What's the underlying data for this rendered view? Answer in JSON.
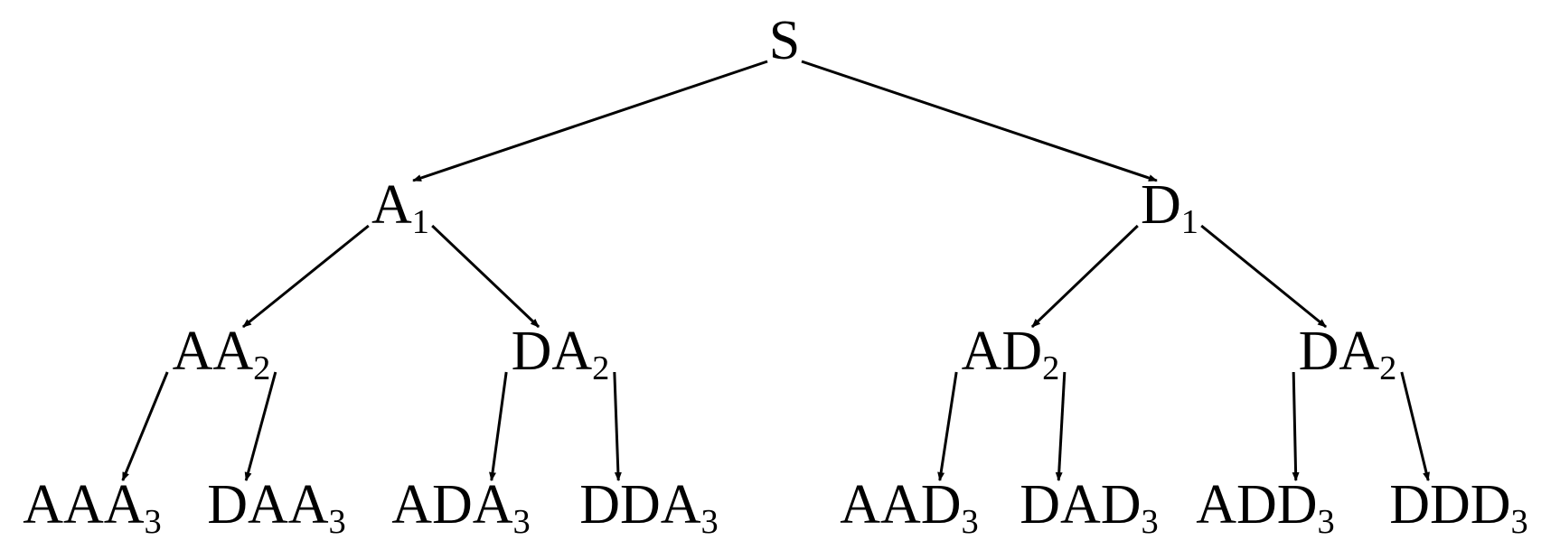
{
  "nodes": {
    "root": {
      "base": "S",
      "sub": ""
    },
    "a1": {
      "base": "A",
      "sub": "1"
    },
    "d1": {
      "base": "D",
      "sub": "1"
    },
    "aa2": {
      "base": "AA",
      "sub": "2"
    },
    "da2_left": {
      "base": "DA",
      "sub": "2"
    },
    "ad2": {
      "base": "AD",
      "sub": "2"
    },
    "da2_right": {
      "base": "DA",
      "sub": "2"
    },
    "aaa3": {
      "base": "AAA",
      "sub": "3"
    },
    "daa3": {
      "base": "DAA",
      "sub": "3"
    },
    "ada3": {
      "base": "ADA",
      "sub": "3"
    },
    "dda3": {
      "base": "DDA",
      "sub": "3"
    },
    "aad3": {
      "base": "AAD",
      "sub": "3"
    },
    "dad3": {
      "base": "DAD",
      "sub": "3"
    },
    "add3": {
      "base": "ADD",
      "sub": "3"
    },
    "ddd3": {
      "base": "DDD",
      "sub": "3"
    }
  },
  "edges": [
    [
      "root",
      "a1"
    ],
    [
      "root",
      "d1"
    ],
    [
      "a1",
      "aa2"
    ],
    [
      "a1",
      "da2_left"
    ],
    [
      "d1",
      "ad2"
    ],
    [
      "d1",
      "da2_right"
    ],
    [
      "aa2",
      "aaa3"
    ],
    [
      "aa2",
      "daa3"
    ],
    [
      "da2_left",
      "ada3"
    ],
    [
      "da2_left",
      "dda3"
    ],
    [
      "ad2",
      "aad3"
    ],
    [
      "ad2",
      "dad3"
    ],
    [
      "da2_right",
      "add3"
    ],
    [
      "da2_right",
      "ddd3"
    ]
  ]
}
